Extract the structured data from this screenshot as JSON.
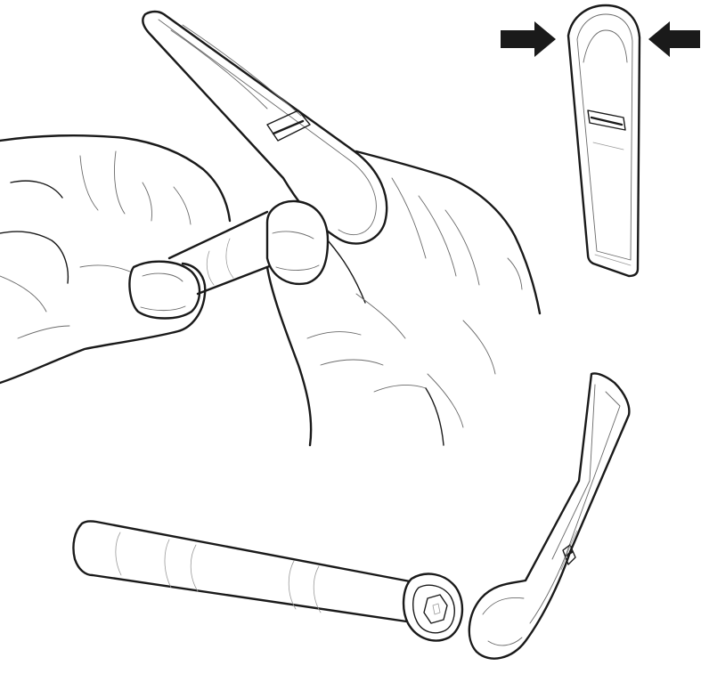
{
  "illustration": {
    "ink_color": "#1a1a1a",
    "background_color": "#ffffff",
    "arrow_color": "#1a1a1a",
    "panels": {
      "hands": "hands-holding-lever-and-axle",
      "inset": "lever-squeeze-detail",
      "bottom": "separated-axle-and-lever"
    }
  }
}
